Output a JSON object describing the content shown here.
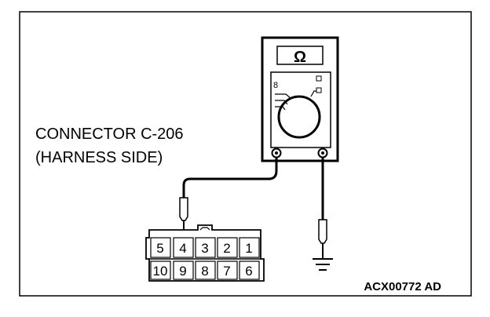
{
  "diagram": {
    "connector_label_line1": "CONNECTOR C-206",
    "connector_label_line2": "(HARNESS SIDE)",
    "meter_display": "Ω",
    "meter_range_mark": "8",
    "figure_code": "ACX00772 AD",
    "connector_pins_top": [
      "5",
      "4",
      "3",
      "2",
      "1"
    ],
    "connector_pins_bottom": [
      "10",
      "9",
      "8",
      "7",
      "6"
    ]
  }
}
